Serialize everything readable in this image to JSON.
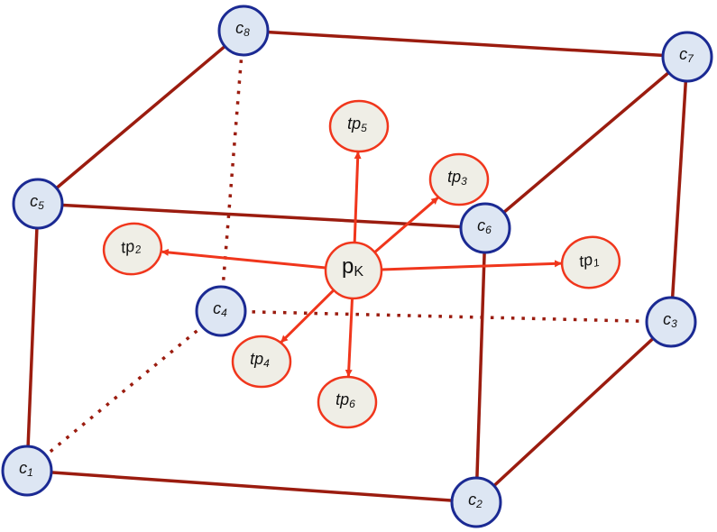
{
  "diagram": {
    "colors": {
      "edge": "#9b1c0f",
      "arrow": "#f0361c",
      "corner_fill": "#dde6f3",
      "corner_stroke": "#1b2a93",
      "point_fill": "#efeee6",
      "point_stroke": "#f0361c"
    },
    "corners": [
      {
        "id": "c1",
        "base": "c",
        "sub": "1"
      },
      {
        "id": "c2",
        "base": "c",
        "sub": "2"
      },
      {
        "id": "c3",
        "base": "c",
        "sub": "3"
      },
      {
        "id": "c4",
        "base": "c",
        "sub": "4"
      },
      {
        "id": "c5",
        "base": "c",
        "sub": "5"
      },
      {
        "id": "c6",
        "base": "c",
        "sub": "6"
      },
      {
        "id": "c7",
        "base": "c",
        "sub": "7"
      },
      {
        "id": "c8",
        "base": "c",
        "sub": "8"
      }
    ],
    "center": {
      "id": "pK",
      "base": "p",
      "sub": "K"
    },
    "test_points": [
      {
        "id": "tp1",
        "base": "tp",
        "sub": "1"
      },
      {
        "id": "tp2",
        "base": "tp",
        "sub": "2"
      },
      {
        "id": "tp3",
        "base": "tp",
        "sub": "3"
      },
      {
        "id": "tp4",
        "base": "tp",
        "sub": "4"
      },
      {
        "id": "tp5",
        "base": "tp",
        "sub": "5"
      },
      {
        "id": "tp6",
        "base": "tp",
        "sub": "6"
      }
    ],
    "solid_edges": [
      [
        "c1",
        "c2"
      ],
      [
        "c2",
        "c3"
      ],
      [
        "c3",
        "c7"
      ],
      [
        "c7",
        "c8"
      ],
      [
        "c8",
        "c5"
      ],
      [
        "c5",
        "c6"
      ],
      [
        "c6",
        "c7"
      ],
      [
        "c6",
        "c2"
      ],
      [
        "c5",
        "c1"
      ]
    ],
    "dotted_edges": [
      [
        "c4",
        "c1"
      ],
      [
        "c4",
        "c3"
      ],
      [
        "c4",
        "c8"
      ]
    ],
    "arrows": [
      [
        "pK",
        "tp1"
      ],
      [
        "pK",
        "tp2"
      ],
      [
        "pK",
        "tp3"
      ],
      [
        "pK",
        "tp4"
      ],
      [
        "pK",
        "tp5"
      ],
      [
        "pK",
        "tp6"
      ]
    ]
  }
}
